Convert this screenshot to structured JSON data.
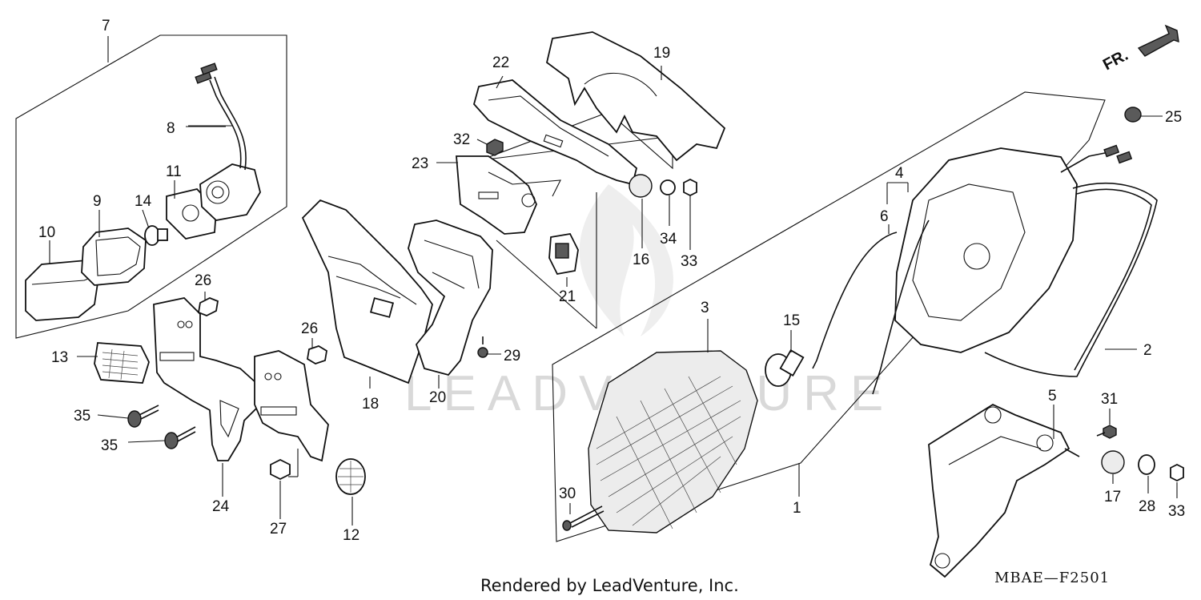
{
  "callouts": {
    "n1": "1",
    "n2": "2",
    "n3": "3",
    "n4": "4",
    "n5": "5",
    "n6": "6",
    "n7": "7",
    "n8": "8",
    "n9": "9",
    "n10": "10",
    "n11": "11",
    "n12": "12",
    "n13": "13",
    "n14": "14",
    "n15": "15",
    "n16": "16",
    "n17": "17",
    "n18": "18",
    "n19": "19",
    "n20": "20",
    "n21": "21",
    "n22": "22",
    "n23": "23",
    "n24": "24",
    "n25": "25",
    "n26a": "26",
    "n26b": "26",
    "n27": "27",
    "n28": "28",
    "n29": "29",
    "n30": "30",
    "n31": "31",
    "n32": "32",
    "n33a": "33",
    "n33b": "33",
    "n34": "34",
    "n35a": "35",
    "n35b": "35"
  },
  "direction_label": "FR.",
  "watermark": "LEADVENTURE",
  "footer_credit": "Rendered by LeadVenture, Inc.",
  "diagram_code": "MBAE—F2501"
}
